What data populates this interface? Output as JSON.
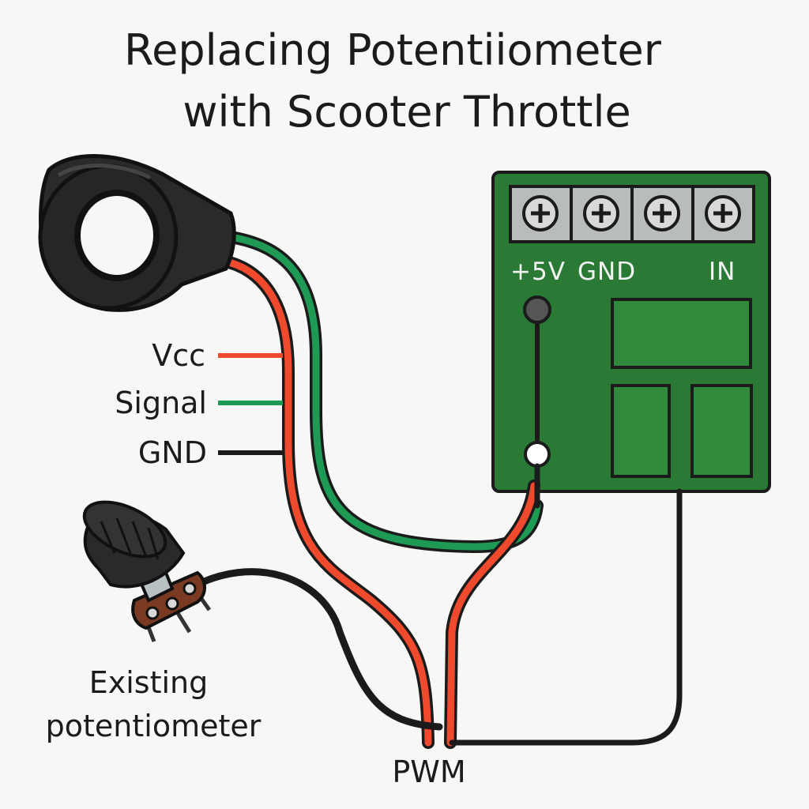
{
  "title": {
    "line1": "Replacing Potentiiometer",
    "line2": "with Scooter Throttle"
  },
  "throttle": {
    "wire_labels": {
      "vcc": "Vcc",
      "signal": "Signal",
      "gnd": "GND"
    },
    "wire_colors": {
      "vcc": "#ef4a2e",
      "signal": "#1f9a55",
      "gnd": "#1b1b1b"
    }
  },
  "board": {
    "terminal_labels": {
      "plus5v": "+5V",
      "gnd": "GND",
      "in": "IN"
    },
    "pcb_color": "#2a7a36"
  },
  "potentiometer": {
    "label_line1": "Existing",
    "label_line2": "potentiometer"
  },
  "output": {
    "label": "PWM"
  }
}
